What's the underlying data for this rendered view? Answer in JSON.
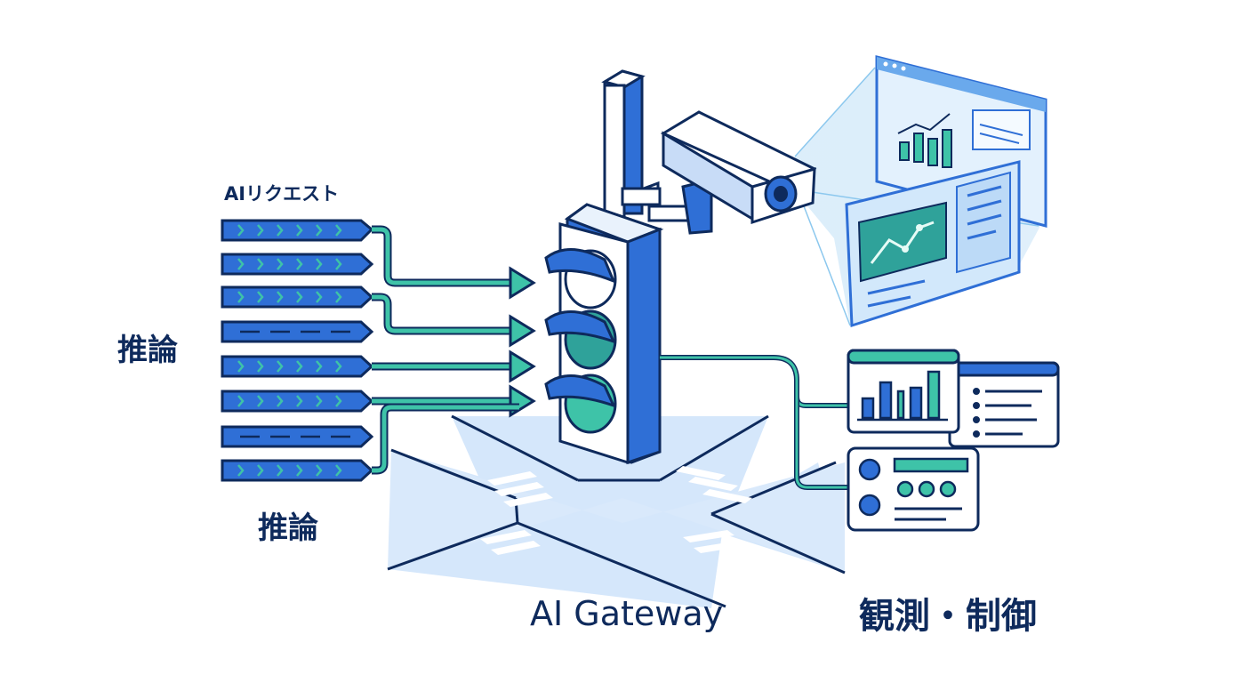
{
  "labels": {
    "ai_request": "AIリクエスト",
    "inference_left": "推論",
    "inference_bottom": "推論",
    "gateway": "AI Gateway",
    "observe_control": "観測・制御"
  },
  "icons": [
    "request-queue-icon",
    "traffic-light-icon",
    "security-camera-icon",
    "dashboard-panel-icon",
    "bar-chart-icon",
    "line-chart-icon",
    "control-panel-icon"
  ],
  "colors": {
    "navy": "#0e2a5c",
    "blue": "#2f6fd6",
    "teal": "#3ec3a8",
    "light_blue": "#cfe3fb"
  }
}
